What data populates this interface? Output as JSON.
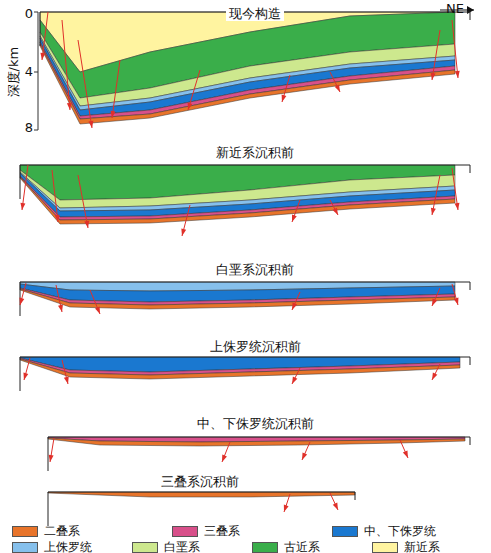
{
  "diagram": {
    "labels": [
      "现今构造",
      "NE",
      "深度/km",
      "0",
      "4",
      "8",
      "新近系沉积前",
      "白垩系沉积前",
      "上侏罗统沉积前",
      "中、下侏罗统沉积前",
      "三叠系沉积前"
    ],
    "legend": [
      {
        "text": "二叠系",
        "color": "#e8742a"
      },
      {
        "text": "三叠系",
        "color": "#d8508a"
      },
      {
        "text": "中、下侏罗统",
        "color": "#1a78d0"
      },
      {
        "text": "上侏罗统",
        "color": "#86c0ec"
      },
      {
        "text": "白垩系",
        "color": "#cde88e"
      },
      {
        "text": "古近系",
        "color": "#3aae4a"
      },
      {
        "text": "新近系",
        "color": "#fff4a0"
      }
    ]
  }
}
